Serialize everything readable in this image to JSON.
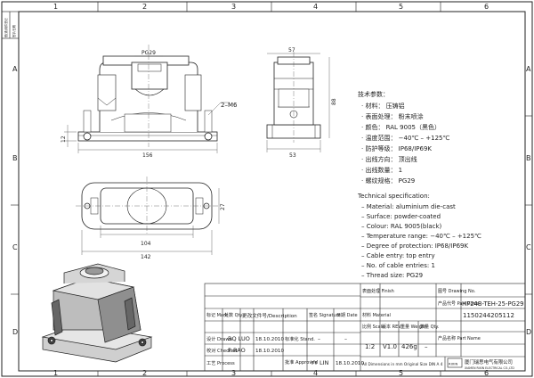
{
  "grid": {
    "cols_top": [
      "1",
      "2",
      "3",
      "4",
      "5",
      "6"
    ],
    "cols_bottom": [
      "1",
      "2",
      "3",
      "4",
      "5",
      "6"
    ],
    "rows_left": [
      "A",
      "B",
      "C",
      "D"
    ],
    "rows_right": [
      "A",
      "B",
      "C",
      "D"
    ],
    "side_labels": [
      "借(通)用件登记",
      "旧底图总号",
      "底图总号",
      "签字/日期"
    ]
  },
  "dims": {
    "top_pg29": "PG29",
    "hole": "2–M6",
    "height_left": "12",
    "width_front": "156",
    "side_width": "57",
    "side_height": "88",
    "side_bottom": "53",
    "plan_inner": "104",
    "plan_outer": "142",
    "plan_height": "27"
  },
  "specs_cn": {
    "heading": "技术参数：",
    "lines": [
      "· 材料： 压铸铝",
      "· 表面处理： 粉末喷涂",
      "· 颜色： RAL 9005（黑色）",
      "· 温度范围： −40℃ – +125℃",
      "· 防护等级： IP68/IP69K",
      "· 出线方向： 顶出线",
      "· 出线数量： 1",
      "· 螺纹规格： PG29"
    ]
  },
  "specs_en": {
    "heading": "Technical specification:",
    "lines": [
      "– Material: aluminium die-cast",
      "– Surface: powder-coated",
      "– Colour: RAL 9005(black)",
      "– Temperature range: −40℃ – +125℃",
      "– Degree of protection: IP68/IP69K",
      "– Cable entry: top entry",
      "– No. of cable entries: 1",
      "– Thread size: PG29"
    ]
  },
  "title_block": {
    "col_headers": {
      "mark": "标记\nMark",
      "qty": "处数\nQty.",
      "change_doc": "更改文件号/Description",
      "signature": "签名\nSignature",
      "date": "日期\nDate"
    },
    "roles": [
      {
        "label": "设计\nDrawn",
        "name": "BQ LUO",
        "date": "18.10.2010"
      },
      {
        "label": "校对\nChecked",
        "name": "P RAO",
        "date": "18.10.2010"
      },
      {
        "label": "工艺\nProcess",
        "name": "",
        "date": ""
      }
    ],
    "std_label": "标准化\nStand.",
    "approved_label": "批准\nApproved",
    "approved_name": "YY LIN",
    "approved_date": "18.10.2010",
    "dash": "–",
    "finish_label": "表面处理\nFinish",
    "material_label": "材料\nMaterial",
    "scale_label": "比例\nScale",
    "scale": "1:2",
    "rev_label": "版本\nREV.",
    "rev": "V1.0",
    "weight_label": "重量\nWeight",
    "weight": "426g",
    "qty_label": "数量\nQty.",
    "drawing_no_label": "图号\nDrawing No.",
    "part_code_label": "产品代号\nPart Code",
    "part_code": "HP24B-TEH-25-PG29",
    "part_no": "1150244205112",
    "part_name_label": "产品名称\nPart Name",
    "dimensions_note": "All Dimensions in mm\nOriginal Size DIN A 4",
    "company_cn": "厦门瑞思电气有限公司",
    "company_en": "XIAMEN RIXIN ELECTRICAL CO.,LTD",
    "logo_text": "RIXIN"
  },
  "colors": {
    "line": "#222222",
    "light": "#777777",
    "shade": "#d9d9d9"
  }
}
